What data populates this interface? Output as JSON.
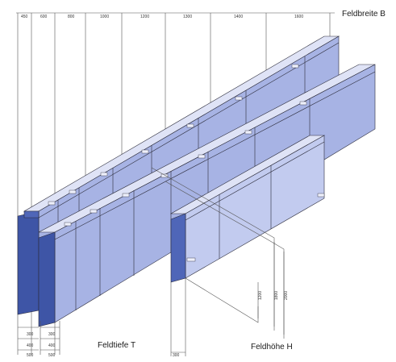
{
  "labels": {
    "width_label": "Feldbreite B",
    "depth_label": "Feldtiefe T",
    "height_label": "Feldhöhe H"
  },
  "width_ticks": [
    "450",
    "600",
    "800",
    "1000",
    "1200",
    "1300",
    "1400",
    "1600"
  ],
  "depth_ticks_left": [
    "300",
    "400",
    "500"
  ],
  "depth_ticks_right": [
    "300",
    "400",
    "500"
  ],
  "bottom_ticks": [
    "300"
  ],
  "height_ticks": [
    "1200",
    "1800",
    "2000"
  ],
  "colors": {
    "front": "#a7b3e4",
    "front_light": "#c2cbef",
    "top": "#dfe3f6",
    "side": "#4f66b8"
  }
}
